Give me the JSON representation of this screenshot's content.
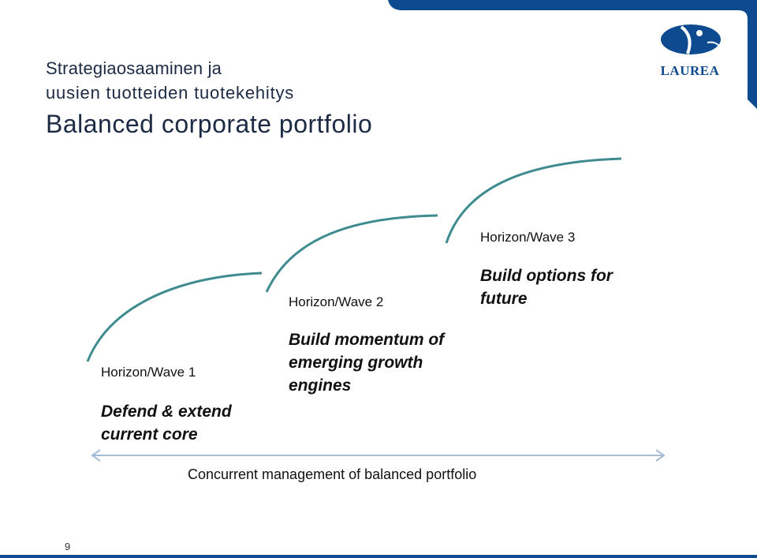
{
  "header": {
    "line1": "Strategiaosaaminen ja",
    "line2": "uusien tuotteiden tuotekehitys",
    "title": "Balanced corporate portfolio"
  },
  "logo": {
    "text": "LAUREA",
    "icon": "laurea-bird-emblem-icon"
  },
  "waves": [
    {
      "label": "Horizon/Wave 1",
      "desc_lines": [
        "Defend & extend",
        "current core"
      ]
    },
    {
      "label": "Horizon/Wave 2",
      "desc_lines": [
        "Build momentum of",
        "emerging growth",
        "engines"
      ]
    },
    {
      "label": "Horizon/Wave  3",
      "desc_lines": [
        "Build options for",
        "future"
      ]
    }
  ],
  "arrow_caption": "Concurrent management of balanced portfolio",
  "page_number": "9",
  "colors": {
    "brand_blue": "#0e4a8f",
    "curve_teal": "#3f8b8f",
    "arrow_blue": "#a6bcd6",
    "title_text": "#1c2a44"
  }
}
